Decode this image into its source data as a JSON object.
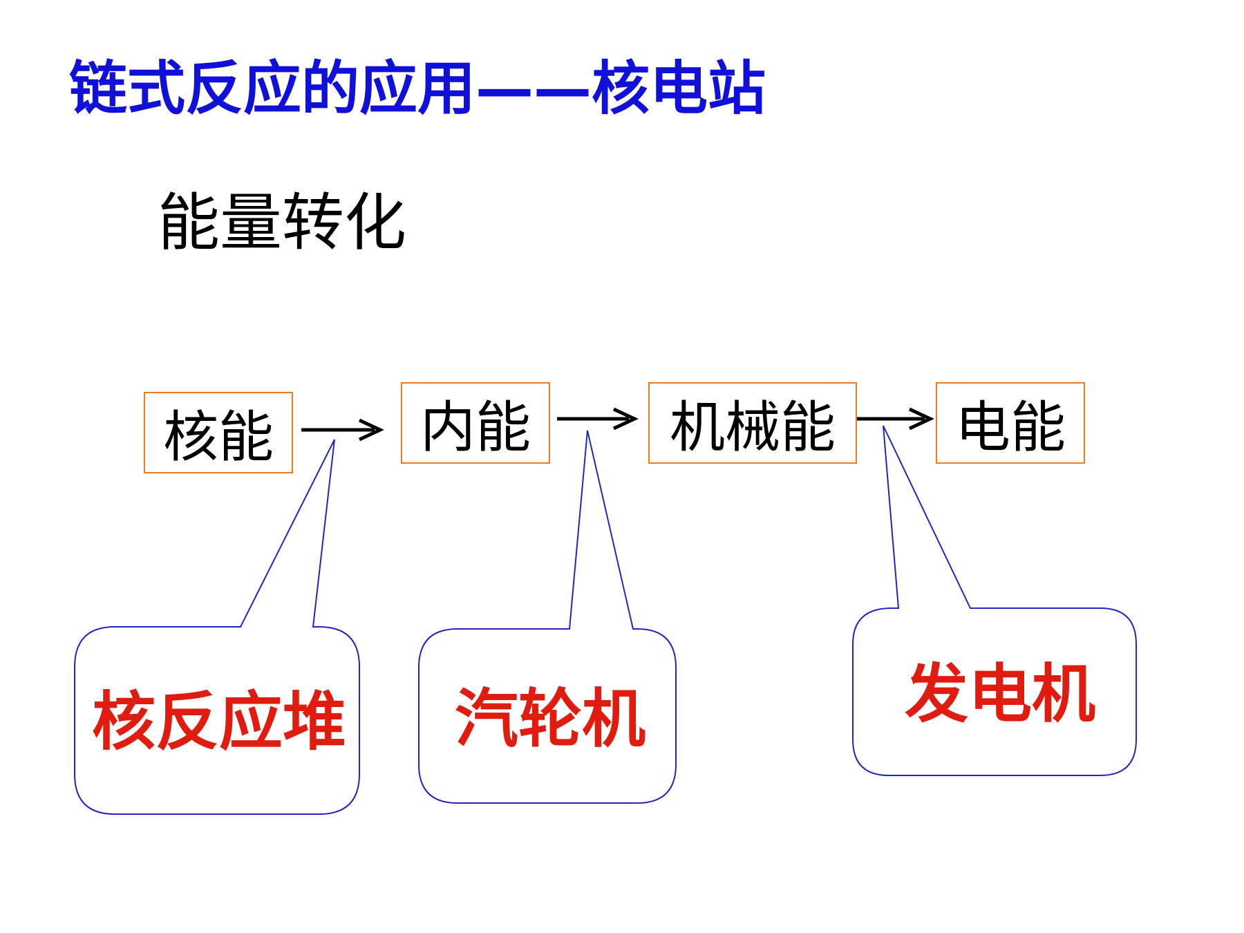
{
  "title": "链式反应的应用——核电站",
  "subtitle": "能量转化",
  "flow": {
    "boxes": [
      "核能",
      "内能",
      "机械能",
      "电能"
    ]
  },
  "callouts": [
    "核反应堆",
    "汽轮机",
    "发电机"
  ],
  "colors": {
    "title": "#1010d8",
    "box_border": "#f07a20",
    "callout_border": "#2424c0",
    "callout_text": "#e01b0f",
    "arrow": "#000000"
  }
}
